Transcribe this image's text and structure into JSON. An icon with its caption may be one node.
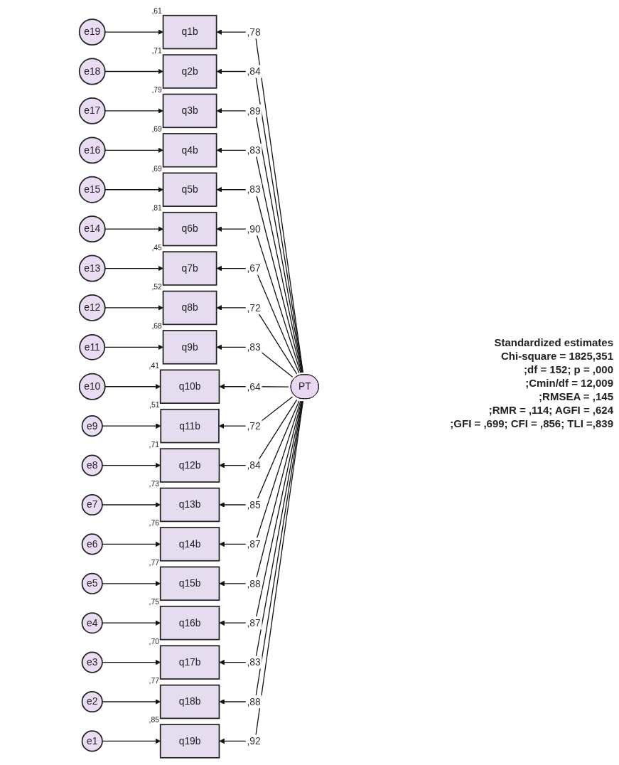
{
  "diagram": {
    "nodes": [
      {
        "text": [
          "e19"
        ]
      },
      {
        "text": [
          "q1b"
        ],
        "beside": [
          ",61"
        ]
      },
      {
        "text": [
          "e18"
        ]
      },
      {
        "text": [
          "q2b"
        ],
        "beside": [
          ",71"
        ]
      },
      {
        "text": [
          "e17"
        ]
      },
      {
        "text": [
          "q3b"
        ],
        "beside": [
          ",79"
        ]
      },
      {
        "text": [
          "e16"
        ]
      },
      {
        "text": [
          "q4b"
        ],
        "beside": [
          ",69"
        ]
      },
      {
        "text": [
          "e15"
        ]
      },
      {
        "text": [
          "q5b"
        ],
        "beside": [
          ",69"
        ]
      },
      {
        "text": [
          "e14"
        ]
      },
      {
        "text": [
          "q6b"
        ],
        "beside": [
          ",81"
        ]
      },
      {
        "text": [
          "e13"
        ]
      },
      {
        "text": [
          "q7b"
        ],
        "beside": [
          ",45"
        ]
      },
      {
        "text": [
          "e12"
        ]
      },
      {
        "text": [
          "q8b"
        ],
        "beside": [
          ",52"
        ]
      },
      {
        "text": [
          "e11"
        ]
      },
      {
        "text": [
          "q9b"
        ],
        "beside": [
          ",68"
        ]
      },
      {
        "text": [
          "e10"
        ]
      },
      {
        "text": [
          "q10b"
        ],
        "beside": [
          ",41"
        ]
      },
      {
        "text": [
          "e9"
        ]
      },
      {
        "text": [
          "q11b"
        ],
        "beside": [
          ",51"
        ]
      },
      {
        "text": [
          "e8"
        ]
      },
      {
        "text": [
          "q12b"
        ],
        "beside": [
          ",71"
        ]
      },
      {
        "text": [
          "e7"
        ]
      },
      {
        "text": [
          "q13b"
        ],
        "beside": [
          ",73"
        ]
      },
      {
        "text": [
          "e6"
        ]
      },
      {
        "text": [
          "q14b"
        ],
        "beside": [
          ",76"
        ]
      },
      {
        "text": [
          "e5"
        ]
      },
      {
        "text": [
          "q15b"
        ],
        "beside": [
          ",77"
        ]
      },
      {
        "text": [
          "e4"
        ]
      },
      {
        "text": [
          "q16b"
        ],
        "beside": [
          ",75"
        ]
      },
      {
        "text": [
          "e3"
        ]
      },
      {
        "text": [
          "q17b"
        ],
        "beside": [
          ",70"
        ]
      },
      {
        "text": [
          "e2"
        ]
      },
      {
        "text": [
          "q18b"
        ],
        "beside": [
          ",77"
        ]
      },
      {
        "text": [
          "e1"
        ]
      },
      {
        "text": [
          "q19b"
        ],
        "beside": [
          ",85"
        ]
      },
      {
        "text": [
          "PT"
        ]
      }
    ],
    "edges": [
      {
        "from": 0,
        "to": 1,
        "arrow": "to"
      },
      {
        "from": 2,
        "to": 3,
        "arrow": "to"
      },
      {
        "from": 4,
        "to": 5,
        "arrow": "to"
      },
      {
        "from": 6,
        "to": 7,
        "arrow": "to"
      },
      {
        "from": 8,
        "to": 9,
        "arrow": "to"
      },
      {
        "from": 10,
        "to": 11,
        "arrow": "to"
      },
      {
        "from": 12,
        "to": 13,
        "arrow": "to"
      },
      {
        "from": 14,
        "to": 15,
        "arrow": "to"
      },
      {
        "from": 16,
        "to": 17,
        "arrow": "to"
      },
      {
        "from": 18,
        "to": 19,
        "arrow": "to"
      },
      {
        "from": 20,
        "to": 21,
        "arrow": "to"
      },
      {
        "from": 22,
        "to": 23,
        "arrow": "to"
      },
      {
        "from": 24,
        "to": 25,
        "arrow": "to"
      },
      {
        "from": 26,
        "to": 27,
        "arrow": "to"
      },
      {
        "from": 28,
        "to": 29,
        "arrow": "to"
      },
      {
        "from": 30,
        "to": 31,
        "arrow": "to"
      },
      {
        "from": 32,
        "to": 33,
        "arrow": "to"
      },
      {
        "from": 34,
        "to": 35,
        "arrow": "to"
      },
      {
        "from": 36,
        "to": 37,
        "arrow": "to"
      },
      {
        "from": 38,
        "to": 1,
        "arrow": "to",
        "label": ",78"
      },
      {
        "from": 38,
        "to": 3,
        "arrow": "to",
        "label": ",84"
      },
      {
        "from": 38,
        "to": 5,
        "arrow": "to",
        "label": ",89"
      },
      {
        "from": 38,
        "to": 7,
        "arrow": "to",
        "label": ",83"
      },
      {
        "from": 38,
        "to": 9,
        "arrow": "to",
        "label": ",83"
      },
      {
        "from": 38,
        "to": 11,
        "arrow": "to",
        "label": ",90"
      },
      {
        "from": 38,
        "to": 13,
        "arrow": "to",
        "label": ",67"
      },
      {
        "from": 38,
        "to": 15,
        "arrow": "to",
        "label": ",72"
      },
      {
        "from": 38,
        "to": 17,
        "arrow": "to",
        "label": ",83"
      },
      {
        "from": 38,
        "to": 19,
        "arrow": "to",
        "label": ",64"
      },
      {
        "from": 38,
        "to": 21,
        "arrow": "to",
        "label": ",72"
      },
      {
        "from": 38,
        "to": 23,
        "arrow": "to",
        "label": ",84"
      },
      {
        "from": 38,
        "to": 25,
        "arrow": "to",
        "label": ",85"
      },
      {
        "from": 38,
        "to": 27,
        "arrow": "to",
        "label": ",87"
      },
      {
        "from": 38,
        "to": 29,
        "arrow": "to",
        "label": ",88"
      },
      {
        "from": 38,
        "to": 31,
        "arrow": "to",
        "label": ",87"
      },
      {
        "from": 38,
        "to": 33,
        "arrow": "to",
        "label": ",83"
      },
      {
        "from": 38,
        "to": 35,
        "arrow": "to",
        "label": ",88"
      },
      {
        "from": 38,
        "to": 37,
        "arrow": "to",
        "label": ",92"
      }
    ],
    "labels": [
      "Standardized estimates",
      "Chi-square = 1825,351",
      ";df = 152; p = ,000",
      ";Cmin/df = 12,009",
      ";RMSEA = ,145",
      ";RMR = ,114; AGFI = ,624",
      ";GFI = ,699; CFI = ,856; TLI =,839"
    ]
  }
}
